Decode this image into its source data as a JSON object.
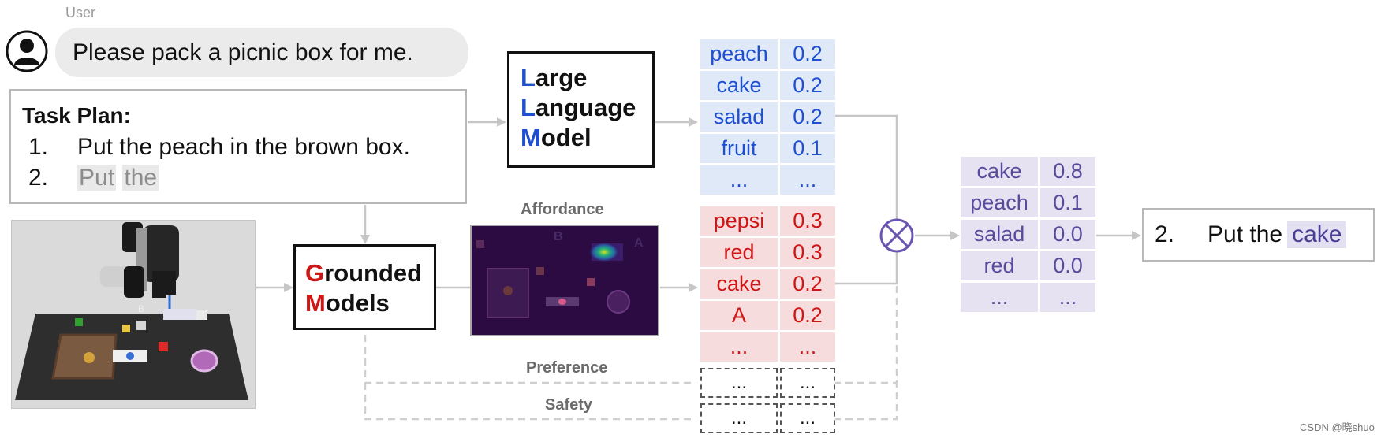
{
  "user": {
    "label": "User",
    "message": "Please pack a picnic box for me."
  },
  "task_plan": {
    "title": "Task Plan:",
    "steps": [
      {
        "num": "1.",
        "text": "Put the peach in the brown box."
      },
      {
        "num": "2.",
        "word1": "Put",
        "word2": "the"
      }
    ]
  },
  "llm": {
    "line1_initial": "L",
    "line1_rest": "arge",
    "line2_initial": "L",
    "line2_rest": "anguage",
    "line3_initial": "M",
    "line3_rest": "odel"
  },
  "grounded": {
    "line1_initial": "G",
    "line1_rest": "rounded",
    "line2_initial": "M",
    "line2_rest": "odels"
  },
  "affordance": {
    "title": "Affordance",
    "letters": [
      "B",
      "A"
    ]
  },
  "scene": {
    "block_letter": "B"
  },
  "llm_table": [
    [
      "peach",
      "0.2"
    ],
    [
      "cake",
      "0.2"
    ],
    [
      "salad",
      "0.2"
    ],
    [
      "fruit",
      "0.1"
    ],
    [
      "...",
      "..."
    ]
  ],
  "grounded_table": [
    [
      "pepsi",
      "0.3"
    ],
    [
      "red",
      "0.3"
    ],
    [
      "cake",
      "0.2"
    ],
    [
      "A",
      "0.2"
    ],
    [
      "...",
      "..."
    ]
  ],
  "preference": {
    "label": "Preference",
    "cells": [
      "...",
      "..."
    ]
  },
  "safety": {
    "label": "Safety",
    "cells": [
      "...",
      "..."
    ]
  },
  "combined_table": [
    [
      "cake",
      "0.8"
    ],
    [
      "peach",
      "0.1"
    ],
    [
      "salad",
      "0.0"
    ],
    [
      "red",
      "0.0"
    ],
    [
      "...",
      "..."
    ]
  ],
  "output": {
    "num": "2.",
    "text": "Put the",
    "word": "cake"
  },
  "colors": {
    "llm_accent": "#1f4fd1",
    "grounded_accent": "#d01515",
    "combine_accent": "#5a4a9c"
  },
  "watermark": "CSDN @晓shuo"
}
